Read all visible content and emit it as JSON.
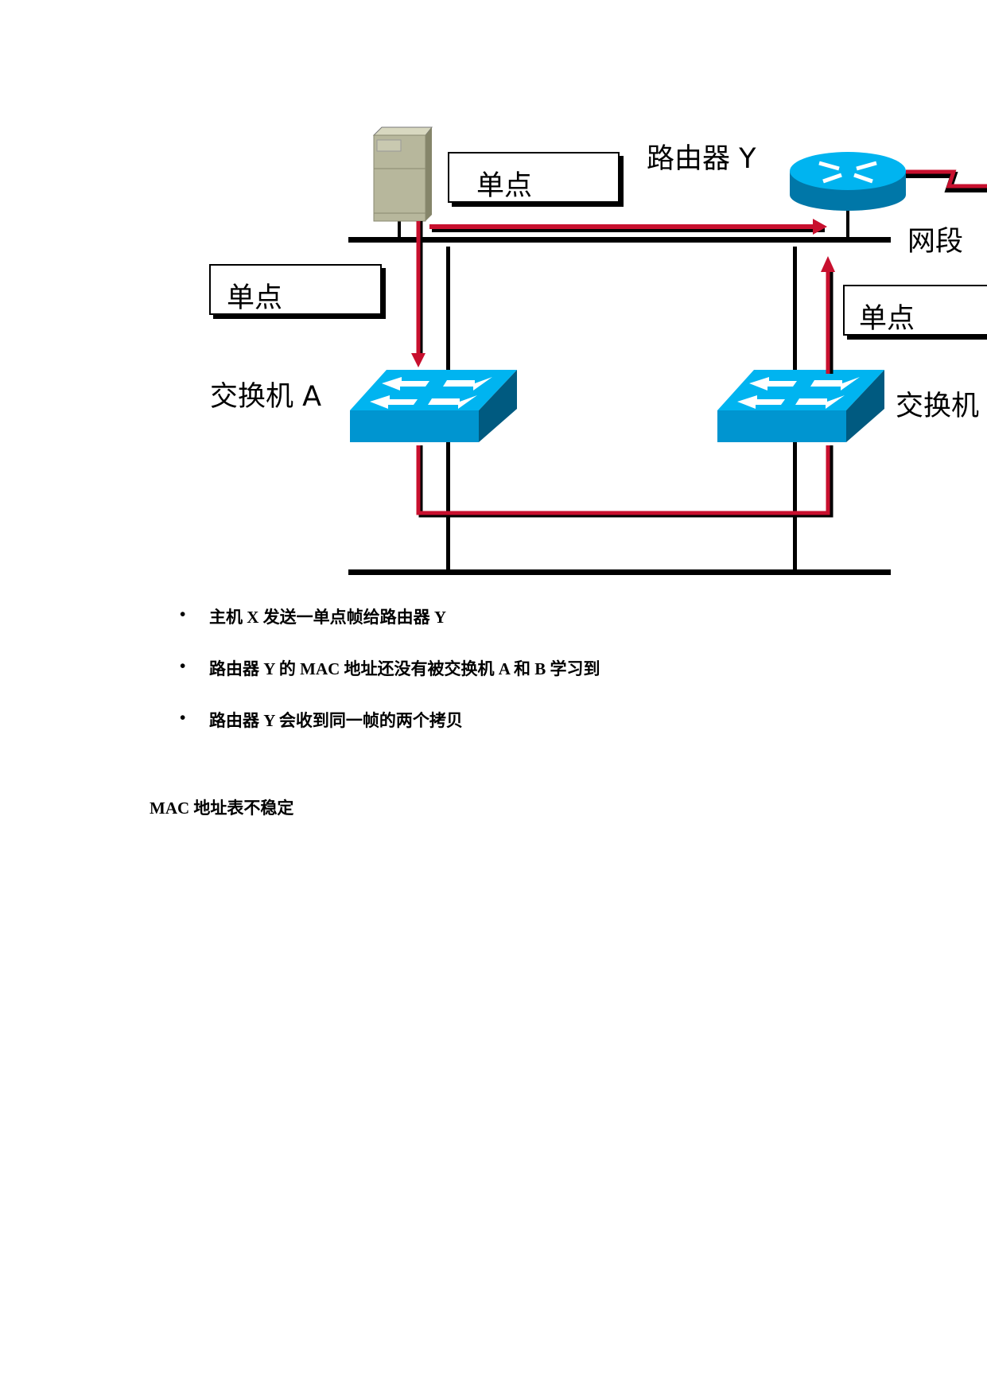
{
  "diagram": {
    "labels": {
      "router": "路由器 Y",
      "segment": "网段",
      "switch_a": "交换机 A",
      "switch_b": "交换机",
      "unicast_1": "单点",
      "unicast_2": "单点",
      "unicast_3": "单点"
    },
    "colors": {
      "frame_path": "#c8102e",
      "device_blue": "#00aeef",
      "bus": "#000000"
    }
  },
  "bullets": [
    "主机 X 发送一单点帧给路由器 Y",
    "路由器 Y 的 MAC 地址还没有被交换机 A 和 B 学习到",
    "路由器 Y 会收到同一帧的两个拷贝"
  ],
  "bullet_symbol": "•",
  "heading": "MAC 地址表不稳定"
}
